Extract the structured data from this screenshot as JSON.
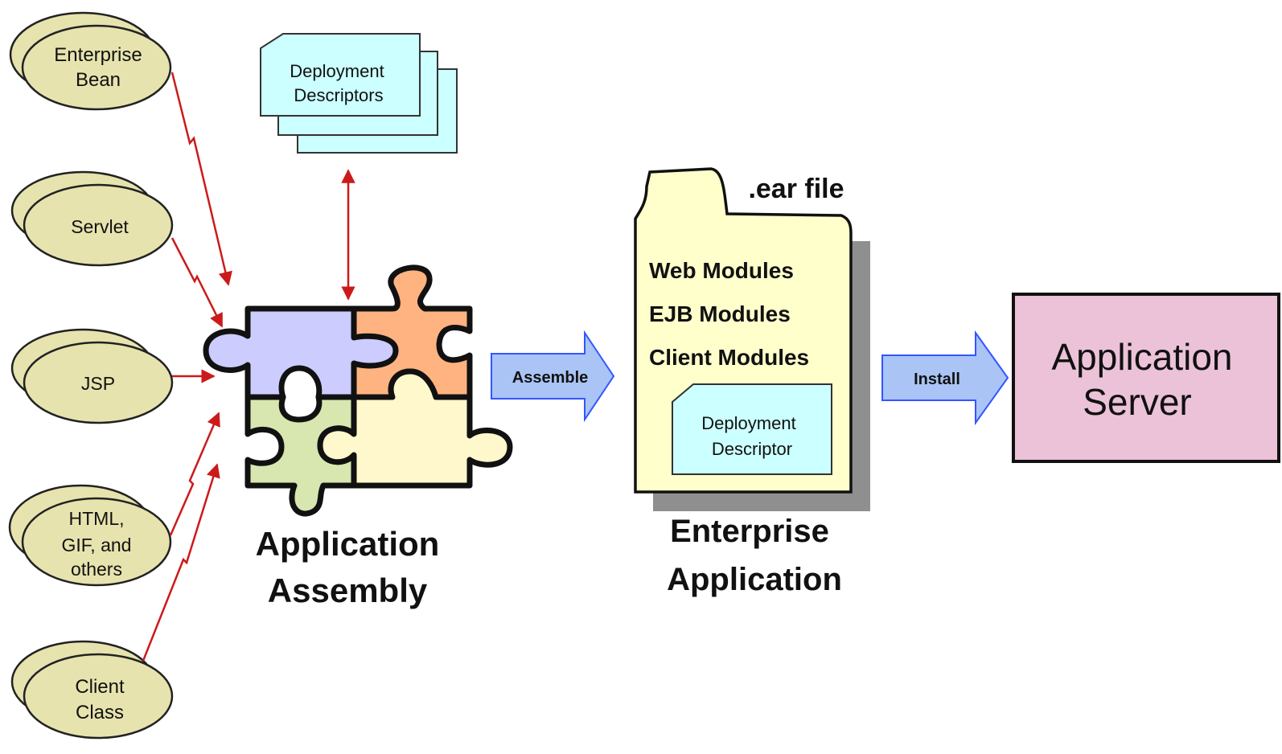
{
  "sources": [
    {
      "line1": "Enterprise",
      "line2": "Bean"
    },
    {
      "line1": "Servlet"
    },
    {
      "line1": "JSP"
    },
    {
      "line1": "HTML,",
      "line2": "GIF, and",
      "line3": "others"
    },
    {
      "line1": "Client",
      "line2": "Class"
    }
  ],
  "descriptors": {
    "line1": "Deployment",
    "line2": "Descriptors"
  },
  "assembly": {
    "line1": "Application",
    "line2": "Assembly"
  },
  "assemble_arrow": {
    "label": "Assemble"
  },
  "ear": {
    "file_label": ".ear file",
    "modules": [
      "Web Modules",
      "EJB Modules",
      "Client Modules"
    ],
    "descriptor": {
      "line1": "Deployment",
      "line2": "Descriptor"
    },
    "caption": {
      "line1": "Enterprise",
      "line2": "Application"
    }
  },
  "install_arrow": {
    "label": "Install"
  },
  "server": {
    "line1": "Application",
    "line2": "Server"
  },
  "colors": {
    "source_fill": "#e6e3ae",
    "descriptor_fill": "#ccffff",
    "folder_fill": "#ffffcc",
    "arrow_fill": "#a9c4f5",
    "arrow_stroke": "#3355ff",
    "connector": "#cc1a1a",
    "server_fill": "#ecc2d8",
    "puzzle_purple": "#ccccff",
    "puzzle_orange": "#ffb380",
    "puzzle_green": "#d8e6b0",
    "puzzle_yellow": "#fff8cc"
  }
}
